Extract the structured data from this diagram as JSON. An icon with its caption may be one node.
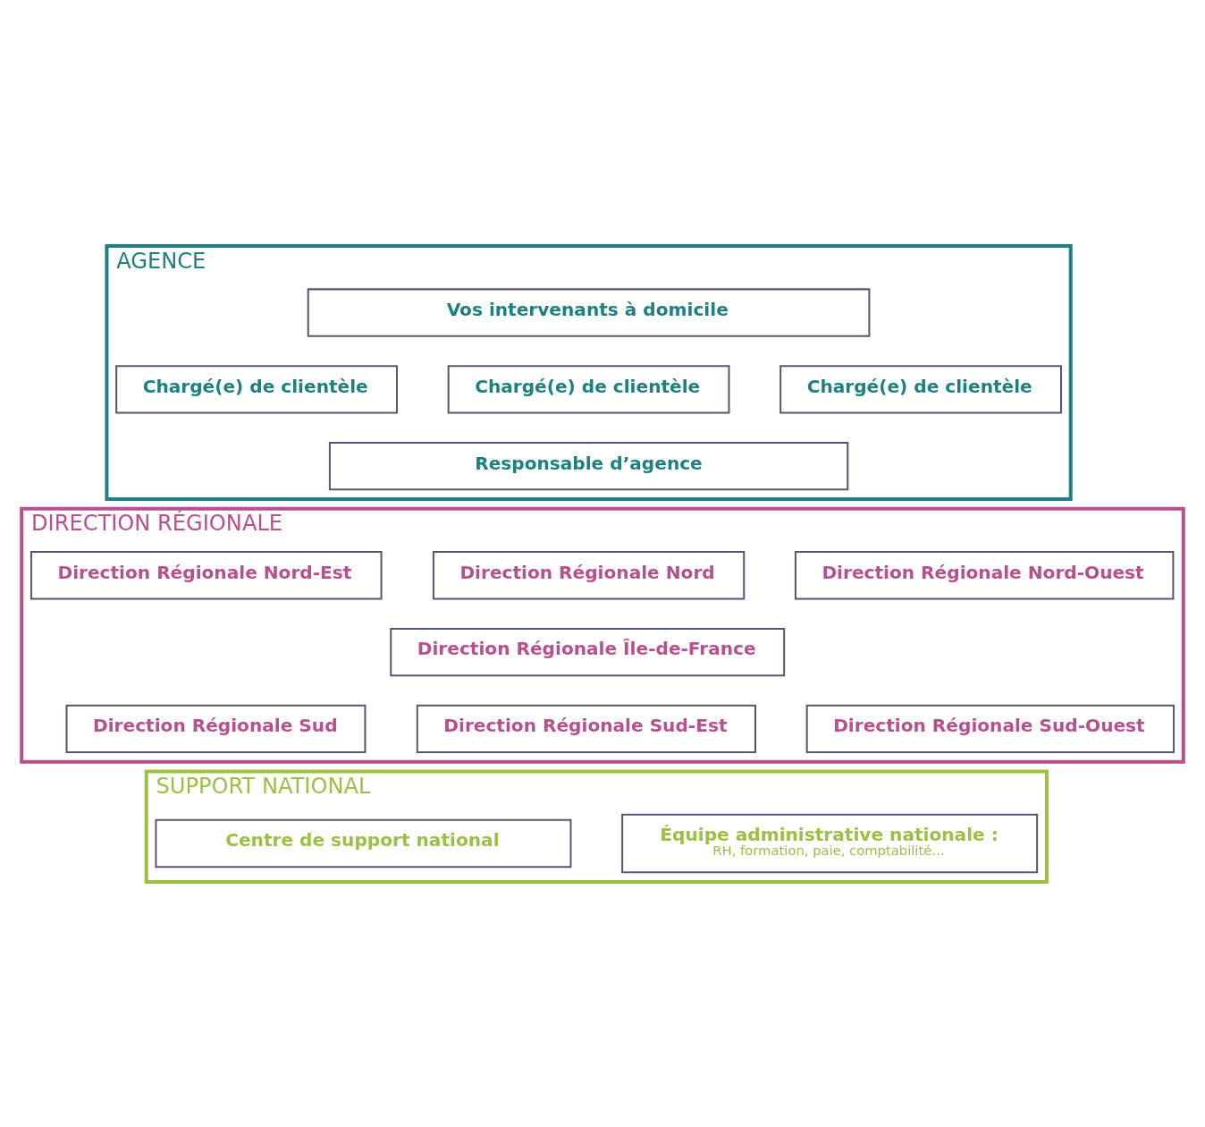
{
  "diagram": {
    "nodes": [
      {
        "text": [
          "AGENCE"
        ]
      },
      {
        "text": [
          "Vos intervenants à domicile"
        ],
        "in": 0
      },
      {
        "text": [
          "Chargé(e) de clientèle"
        ],
        "in": 0
      },
      {
        "text": [
          "Chargé(e) de clientèle"
        ],
        "in": 0
      },
      {
        "text": [
          "Chargé(e) de clientèle"
        ],
        "in": 0
      },
      {
        "text": [
          "Responsable d’agence"
        ],
        "in": 0
      },
      {
        "text": [
          "DIRECTION RÉGIONALE"
        ]
      },
      {
        "text": [
          "Direction Régionale Nord-Ouest"
        ],
        "in": 6
      },
      {
        "text": [
          "Direction Régionale Nord"
        ],
        "in": 6
      },
      {
        "text": [
          "Direction Régionale Nord-Est"
        ],
        "in": 6
      },
      {
        "text": [
          "Direction Régionale Île-de-France"
        ],
        "in": 6
      },
      {
        "text": [
          "Direction Régionale Sud-Ouest"
        ],
        "in": 6
      },
      {
        "text": [
          "Direction Régionale Sud"
        ],
        "in": 6
      },
      {
        "text": [
          "Direction Régionale Sud-Est"
        ],
        "in": 6
      },
      {
        "text": [
          "SUPPORT NATIONAL"
        ]
      },
      {
        "text": [
          "Équipe administrative nationale :",
          "RH, formation, paie, comptabilité…"
        ],
        "in": 14
      },
      {
        "text": [
          "Centre de support national"
        ],
        "in": 14
      }
    ],
    "edges": []
  }
}
